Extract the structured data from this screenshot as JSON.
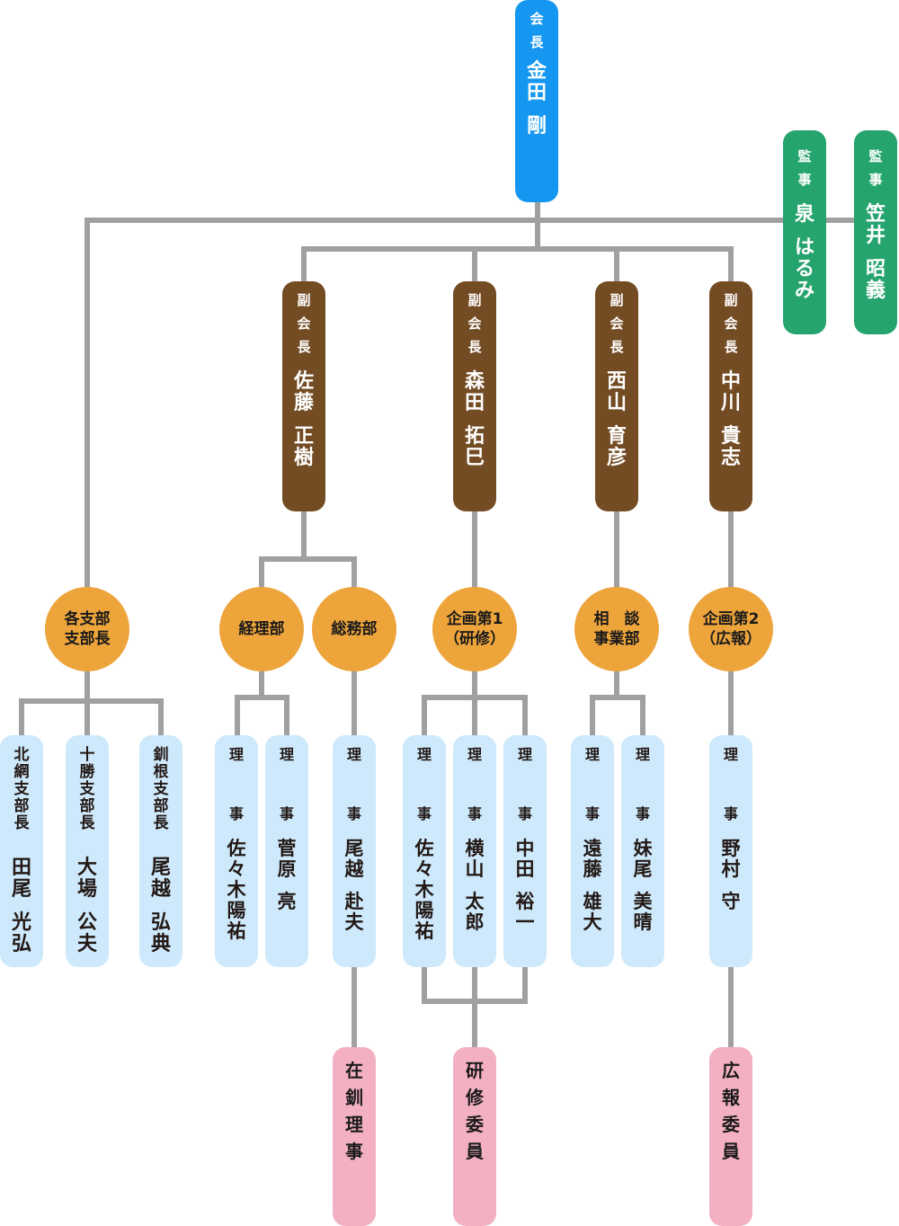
{
  "colors": {
    "president": "#1596f0",
    "auditor": "#26a46e",
    "vice_president": "#744c24",
    "department": "#eda43b",
    "director": "#cde9fb",
    "committee": "#f3b0c3",
    "connector": "#a0a0a0"
  },
  "president": {
    "role": "会長",
    "name": "金田　剛"
  },
  "auditors": [
    {
      "role": "監事",
      "name": "泉　はるみ"
    },
    {
      "role": "監事",
      "name": "笠井　昭義"
    }
  ],
  "vice_presidents": [
    {
      "role": "副会長",
      "name": "佐藤　正樹"
    },
    {
      "role": "副会長",
      "name": "森田　拓巳"
    },
    {
      "role": "副会長",
      "name": "西山　育彦"
    },
    {
      "role": "副会長",
      "name": "中川　貴志"
    }
  ],
  "departments": [
    {
      "line1": "各支部",
      "line2": "支部長"
    },
    {
      "line1": "経理部",
      "line2": ""
    },
    {
      "line1": "総務部",
      "line2": ""
    },
    {
      "line1": "企画第1",
      "line2": "（研修）"
    },
    {
      "line1": "相　談",
      "line2": "事業部"
    },
    {
      "line1": "企画第2",
      "line2": "（広報）"
    }
  ],
  "branch_heads": [
    {
      "role": "北網支部長",
      "name": "田尾　光弘"
    },
    {
      "role": "十勝支部長",
      "name": "大場　公夫"
    },
    {
      "role": "釧根支部長",
      "name": "尾越　弘典"
    }
  ],
  "directors": [
    {
      "role": "理事",
      "name": "佐々木陽祐",
      "dept": "経理部"
    },
    {
      "role": "理事",
      "name": "菅原　亮",
      "dept": "経理部"
    },
    {
      "role": "理事",
      "name": "尾越　赴夫",
      "dept": "総務部"
    },
    {
      "role": "理事",
      "name": "佐々木陽祐",
      "dept": "企画第1（研修）"
    },
    {
      "role": "理事",
      "name": "横山　太郎",
      "dept": "企画第1（研修）"
    },
    {
      "role": "理事",
      "name": "中田　裕一",
      "dept": "企画第1（研修）"
    },
    {
      "role": "理事",
      "name": "遠藤　雄大",
      "dept": "相談事業部"
    },
    {
      "role": "理事",
      "name": "妹尾　美晴",
      "dept": "相談事業部"
    },
    {
      "role": "理事",
      "name": "野村　守",
      "dept": "企画第2（広報）"
    }
  ],
  "committees": [
    {
      "label": "在釧理事"
    },
    {
      "label": "研修委員"
    },
    {
      "label": "広報委員"
    }
  ]
}
